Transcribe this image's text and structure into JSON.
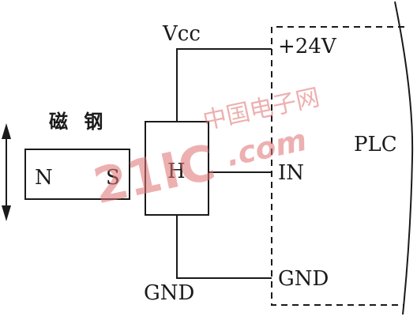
{
  "labels": {
    "magnet": "磁 钢",
    "north": "N",
    "south": "S",
    "hall": "H",
    "vcc": "Vcc",
    "plus24v": "+24V",
    "plc": "PLC",
    "in": "IN",
    "gnd_plc": "GND",
    "gnd_bottom": "GND"
  },
  "watermark": {
    "site_cn": "中国电子网",
    "num": "21IC",
    "domain": ".com"
  },
  "colors": {
    "line": "#1a1a1a",
    "watermark": "#e07070"
  }
}
